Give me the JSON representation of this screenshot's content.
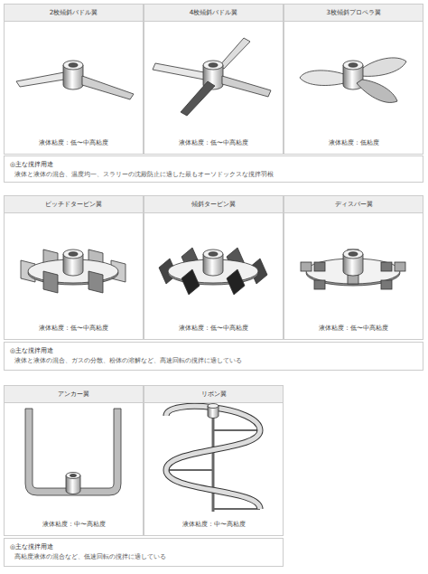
{
  "diagram": {
    "nodes": [
      {
        "text": [
          "2枚傾斜パドル翼",
          "液体粘度：低〜中高粘度"
        ]
      },
      {
        "text": [
          "4枚傾斜パドル翼",
          "液体粘度：低〜中高粘度"
        ]
      },
      {
        "text": [
          "3枚傾斜プロペラ翼",
          "液体粘度：低粘度"
        ]
      },
      {
        "text": [
          "◎主な撹拌用途",
          "液体と液体の混合、温度均一、スラリーの沈殿防止に適した最もオーソドックスな撹拌羽根"
        ]
      },
      {
        "text": [
          "ピッチドタービン翼",
          "液体粘度：低〜中高粘度"
        ]
      },
      {
        "text": [
          "傾斜タービン翼",
          "液体粘度：低〜中高粘度"
        ]
      },
      {
        "text": [
          "ディスパー翼",
          "液体粘度：低〜中高粘度"
        ]
      },
      {
        "text": [
          "◎主な撹拌用途",
          "液体と液体の混合、ガスの分散、粉体の溶解など、高速回転の撹拌に適している"
        ]
      },
      {
        "text": [
          "アンカー翼",
          "液体粘度：中〜高粘度"
        ]
      },
      {
        "text": [
          "リボン翼",
          "液体粘度：中〜高粘度"
        ]
      },
      {
        "text": [
          "◎主な撹拌用途",
          "高粘度液体の混合など、低速回転の撹拌に適している"
        ]
      }
    ]
  }
}
